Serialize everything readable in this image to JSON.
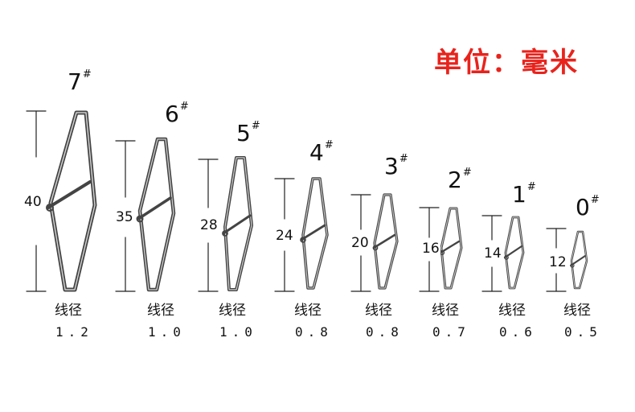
{
  "title": "单位：毫米",
  "wire_label": "线径",
  "size_mark": "#",
  "items": [
    {
      "size": "7",
      "length": "40",
      "wire": "1.2"
    },
    {
      "size": "6",
      "length": "35",
      "wire": "1.0"
    },
    {
      "size": "5",
      "length": "28",
      "wire": "1.0"
    },
    {
      "size": "4",
      "length": "24",
      "wire": "0.8"
    },
    {
      "size": "3",
      "length": "20",
      "wire": "0.8"
    },
    {
      "size": "2",
      "length": "16",
      "wire": "0.7"
    },
    {
      "size": "1",
      "length": "14",
      "wire": "0.6"
    },
    {
      "size": "0",
      "length": "12",
      "wire": "0.5"
    }
  ]
}
